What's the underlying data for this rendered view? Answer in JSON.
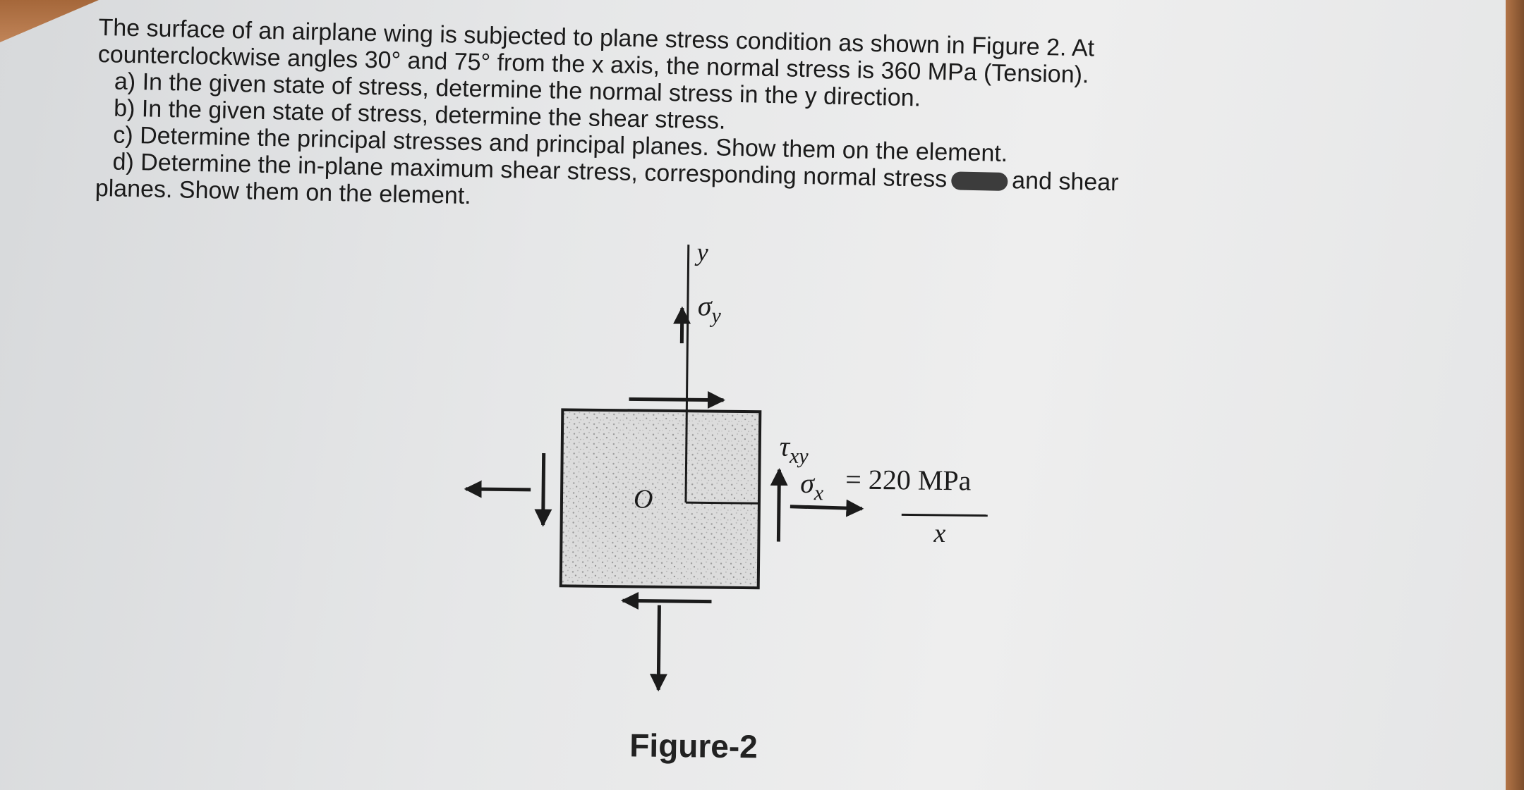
{
  "problem": {
    "line1": "The surface of an airplane wing is subjected to plane stress condition as shown in Figure 2. At",
    "line2": "counterclockwise angles 30° and 75° from the x axis, the normal stress is 360 MPa (Tension).",
    "part_a": "a) In the given state of stress, determine the normal stress in the y direction.",
    "part_b": "b) In the given state of stress, determine the shear stress.",
    "part_c": "c) Determine the principal stresses and principal planes. Show them on the element.",
    "part_d_start": "d) Determine the in-plane maximum shear stress, corresponding normal stress",
    "part_d_end": "and shear",
    "part_d_line2": "planes. Show them on the element."
  },
  "figure": {
    "axis_y": "y",
    "axis_x": "x",
    "origin": "O",
    "sigma_y": "σ",
    "sigma_y_sub": "y",
    "tau": "τ",
    "tau_sub": "xy",
    "sigma_x": "σ",
    "sigma_x_sub": "x",
    "sigma_x_value": "= 220 MPa",
    "caption": "Figure-2"
  },
  "colors": {
    "ink": "#1b1b1b",
    "paper": "#e6e7e8"
  }
}
